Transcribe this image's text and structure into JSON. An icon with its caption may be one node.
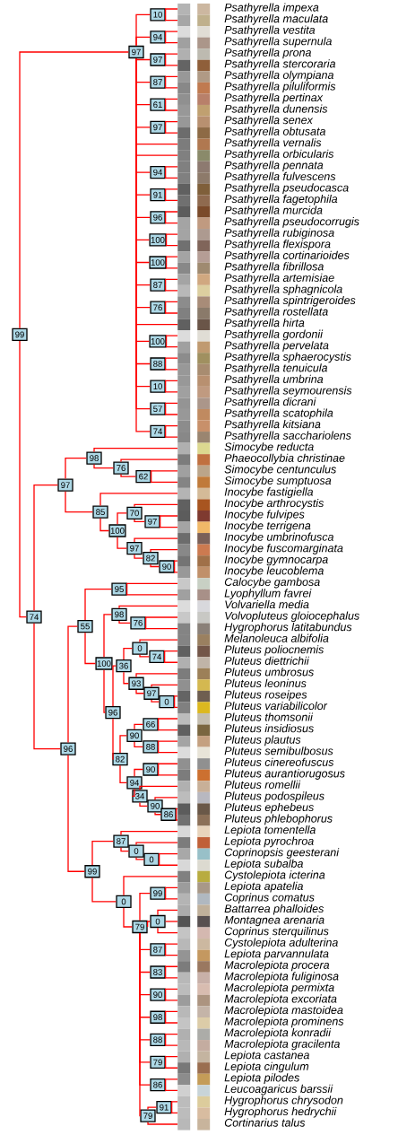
{
  "diagram": {
    "nodes": [
      {
        "text": [
          "Psathyrella impexa"
        ]
      },
      {
        "text": [
          "Psathyrella maculata"
        ]
      },
      {
        "text": [
          "Psathyrella vestita"
        ]
      },
      {
        "text": [
          "Psathyrella supernula"
        ]
      },
      {
        "text": [
          "Psathyrella prona"
        ]
      },
      {
        "text": [
          "Psathyrella stercoraria"
        ]
      },
      {
        "text": [
          "Psathyrella olympiana"
        ]
      },
      {
        "text": [
          "Psathyrella piluliformis"
        ]
      },
      {
        "text": [
          "Psathyrella pertinax"
        ]
      },
      {
        "text": [
          "Psathyrella dunensis"
        ]
      },
      {
        "text": [
          "Psathyrella senex"
        ]
      },
      {
        "text": [
          "Psathyrella obtusata"
        ]
      },
      {
        "text": [
          "Psathyrella vernalis"
        ]
      },
      {
        "text": [
          "Psathyrella orbicularis"
        ]
      },
      {
        "text": [
          "Psathyrella pennata"
        ]
      },
      {
        "text": [
          "Psathyrella fulvescens"
        ]
      },
      {
        "text": [
          "Psathyrella pseudocasca"
        ]
      },
      {
        "text": [
          "Psathyrella fagetophila"
        ]
      },
      {
        "text": [
          "Psathyrella murcida"
        ]
      },
      {
        "text": [
          "Psathyrella pseudocorrugis"
        ]
      },
      {
        "text": [
          "Psathyrella rubiginosa"
        ]
      },
      {
        "text": [
          "Psathyrella flexispora"
        ]
      },
      {
        "text": [
          "Psathyrella cortinarioides"
        ]
      },
      {
        "text": [
          "Psathyrella fibrillosa"
        ]
      },
      {
        "text": [
          "Psathyrella artemisiae"
        ]
      },
      {
        "text": [
          "Psathyrella sphagnicola"
        ]
      },
      {
        "text": [
          "Psathyrella spintrigeroides"
        ]
      },
      {
        "text": [
          "Psathyrella rostellata"
        ]
      },
      {
        "text": [
          "Psathyrella hirta"
        ]
      },
      {
        "text": [
          "Psathyrella gordonii"
        ]
      },
      {
        "text": [
          "Psathyrella pervelata"
        ]
      },
      {
        "text": [
          "Psathyrella sphaerocystis"
        ]
      },
      {
        "text": [
          "Psathyrella tenuicula"
        ]
      },
      {
        "text": [
          "Psathyrella umbrina"
        ]
      },
      {
        "text": [
          "Psathyrella seymourensis"
        ]
      },
      {
        "text": [
          "Psathyrella dicrani"
        ]
      },
      {
        "text": [
          "Psathyrella scatophila"
        ]
      },
      {
        "text": [
          "Psathyrella kitsiana"
        ]
      },
      {
        "text": [
          "Psathyrella sacchariolens"
        ]
      },
      {
        "text": [
          "Simocybe reducta"
        ]
      },
      {
        "text": [
          "Phaeocollybia christinae"
        ]
      },
      {
        "text": [
          "Simocybe centunculus"
        ]
      },
      {
        "text": [
          "Simocybe sumptuosa"
        ]
      },
      {
        "text": [
          "Inocybe fastigiella"
        ]
      },
      {
        "text": [
          "Inocybe arthrocystis"
        ]
      },
      {
        "text": [
          "Inocybe fulvipes"
        ]
      },
      {
        "text": [
          "Inocybe terrigena"
        ]
      },
      {
        "text": [
          "Inocybe umbrinofusca"
        ]
      },
      {
        "text": [
          "Inocybe fuscomarginata"
        ]
      },
      {
        "text": [
          "Inocybe gymnocarpa"
        ]
      },
      {
        "text": [
          "Inocybe leucoblema"
        ]
      },
      {
        "text": [
          "Calocybe gambosa"
        ]
      },
      {
        "text": [
          "Lyophyllum favrei"
        ]
      },
      {
        "text": [
          "Volvariella media"
        ]
      },
      {
        "text": [
          "Volvopluteus gloiocephalus"
        ]
      },
      {
        "text": [
          "Hygrophorus latitabundus"
        ]
      },
      {
        "text": [
          "Melanoleuca albifolia"
        ]
      },
      {
        "text": [
          "Pluteus poliocnemis"
        ]
      },
      {
        "text": [
          "Pluteus diettrichii"
        ]
      },
      {
        "text": [
          "Pluteus umbrosus"
        ]
      },
      {
        "text": [
          "Pluteus leoninus"
        ]
      },
      {
        "text": [
          "Pluteus roseipes"
        ]
      },
      {
        "text": [
          "Pluteus variabilicolor"
        ]
      },
      {
        "text": [
          "Pluteus thomsonii"
        ]
      },
      {
        "text": [
          "Pluteus insidiosus"
        ]
      },
      {
        "text": [
          "Pluteus plautus"
        ]
      },
      {
        "text": [
          "Pluteus semibulbosus"
        ]
      },
      {
        "text": [
          "Pluteus cinereofuscus"
        ]
      },
      {
        "text": [
          "Pluteus aurantiorugosus"
        ]
      },
      {
        "text": [
          "Pluteus romellii"
        ]
      },
      {
        "text": [
          "Pluteus podospileus"
        ]
      },
      {
        "text": [
          "Pluteus ephebeus"
        ]
      },
      {
        "text": [
          "Pluteus phlebophorus"
        ]
      },
      {
        "text": [
          "Lepiota tomentella"
        ]
      },
      {
        "text": [
          "Lepiota pyrochroa"
        ]
      },
      {
        "text": [
          "Coprinopsis geesterani"
        ]
      },
      {
        "text": [
          "Lepiota subalba"
        ]
      },
      {
        "text": [
          "Cystolepiota icterina"
        ]
      },
      {
        "text": [
          "Lepiota apatelia"
        ]
      },
      {
        "text": [
          "Coprinus comatus"
        ]
      },
      {
        "text": [
          "Battarrea phalloides"
        ]
      },
      {
        "text": [
          "Montagnea arenaria"
        ]
      },
      {
        "text": [
          "Coprinus sterquilinus"
        ]
      },
      {
        "text": [
          "Cystolepiota adulterina"
        ]
      },
      {
        "text": [
          "Lepiota parvannulata"
        ]
      },
      {
        "text": [
          "Macrolepiota procera"
        ]
      },
      {
        "text": [
          "Macrolepiota fuliginosa"
        ]
      },
      {
        "text": [
          "Macrolepiota permixta"
        ]
      },
      {
        "text": [
          "Macrolepiota excoriata"
        ]
      },
      {
        "text": [
          "Macrolepiota mastoidea"
        ]
      },
      {
        "text": [
          "Macrolepiota prominens"
        ]
      },
      {
        "text": [
          "Macrolepiota konradii"
        ]
      },
      {
        "text": [
          "Macrolepiota gracilenta"
        ]
      },
      {
        "text": [
          "Lepiota castanea"
        ]
      },
      {
        "text": [
          "Lepiota cingulum"
        ]
      },
      {
        "text": [
          "Lepiota pilodes"
        ]
      },
      {
        "text": [
          "Leucoagaricus barssii"
        ]
      },
      {
        "text": [
          "Hygrophorus chrysodon"
        ]
      },
      {
        "text": [
          "Hygrophorus hedrychii"
        ]
      },
      {
        "text": [
          "Cortinarius talus"
        ]
      },
      {
        "text": [
          "99"
        ]
      },
      {
        "text": [
          "97"
        ]
      },
      {
        "text": [
          "10"
        ]
      },
      {
        "text": [
          "94"
        ]
      },
      {
        "text": [
          "97"
        ]
      },
      {
        "text": [
          "87"
        ]
      },
      {
        "text": [
          "61"
        ]
      },
      {
        "text": [
          "97"
        ]
      },
      {
        "text": [
          "94"
        ]
      },
      {
        "text": [
          "91"
        ]
      },
      {
        "text": [
          "96"
        ]
      },
      {
        "text": [
          "100"
        ]
      },
      {
        "text": [
          "100"
        ]
      },
      {
        "text": [
          "87"
        ]
      },
      {
        "text": [
          "76"
        ]
      },
      {
        "text": [
          "100"
        ]
      },
      {
        "text": [
          "88"
        ]
      },
      {
        "text": [
          "10"
        ]
      },
      {
        "text": [
          "57"
        ]
      },
      {
        "text": [
          "74"
        ]
      },
      {
        "text": [
          "74"
        ]
      },
      {
        "text": [
          "97"
        ]
      },
      {
        "text": [
          "98"
        ]
      },
      {
        "text": [
          "76"
        ]
      },
      {
        "text": [
          "62"
        ]
      },
      {
        "text": [
          "85"
        ]
      },
      {
        "text": [
          "100"
        ]
      },
      {
        "text": [
          "70"
        ]
      },
      {
        "text": [
          "97"
        ]
      },
      {
        "text": [
          "97"
        ]
      },
      {
        "text": [
          "82"
        ]
      },
      {
        "text": [
          "90"
        ]
      },
      {
        "text": [
          "96"
        ]
      },
      {
        "text": [
          "55"
        ]
      },
      {
        "text": [
          "95"
        ]
      },
      {
        "text": [
          "100"
        ]
      },
      {
        "text": [
          "98"
        ]
      },
      {
        "text": [
          "76"
        ]
      },
      {
        "text": [
          "96"
        ]
      },
      {
        "text": [
          "36"
        ]
      },
      {
        "text": [
          "0"
        ]
      },
      {
        "text": [
          "74"
        ]
      },
      {
        "text": [
          "93"
        ]
      },
      {
        "text": [
          "97"
        ]
      },
      {
        "text": [
          "0"
        ]
      },
      {
        "text": [
          "82"
        ]
      },
      {
        "text": [
          "90"
        ]
      },
      {
        "text": [
          "66"
        ]
      },
      {
        "text": [
          "88"
        ]
      },
      {
        "text": [
          "94"
        ]
      },
      {
        "text": [
          "90"
        ]
      },
      {
        "text": [
          "34"
        ]
      },
      {
        "text": [
          "90"
        ]
      },
      {
        "text": [
          "86"
        ]
      },
      {
        "text": [
          "99"
        ]
      },
      {
        "text": [
          "87"
        ]
      },
      {
        "text": [
          "0"
        ]
      },
      {
        "text": [
          "0"
        ]
      },
      {
        "text": [
          "0"
        ]
      },
      {
        "text": [
          "79"
        ]
      },
      {
        "text": [
          "99"
        ]
      },
      {
        "text": [
          "0"
        ]
      },
      {
        "text": [
          "87"
        ]
      },
      {
        "text": [
          "83"
        ]
      },
      {
        "text": [
          "90"
        ]
      },
      {
        "text": [
          "98"
        ]
      },
      {
        "text": [
          "88"
        ]
      },
      {
        "text": [
          "79"
        ]
      },
      {
        "text": [
          "86"
        ]
      },
      {
        "text": [
          "79"
        ]
      },
      {
        "text": [
          "91"
        ]
      }
    ],
    "edges": [
      {
        "from": 100,
        "to": 101,
        "arrow": "none"
      },
      {
        "from": 100,
        "to": 120,
        "arrow": "none"
      },
      {
        "from": 101,
        "to": 102,
        "arrow": "none"
      },
      {
        "from": 101,
        "to": 103,
        "arrow": "none"
      },
      {
        "from": 101,
        "to": 104,
        "arrow": "none"
      },
      {
        "from": 101,
        "to": 105,
        "arrow": "none"
      },
      {
        "from": 101,
        "to": 106,
        "arrow": "none"
      },
      {
        "from": 101,
        "to": 107,
        "arrow": "none"
      },
      {
        "from": 101,
        "to": 12,
        "arrow": "none"
      },
      {
        "from": 101,
        "to": 13,
        "arrow": "none"
      },
      {
        "from": 101,
        "to": 108,
        "arrow": "none"
      },
      {
        "from": 101,
        "to": 109,
        "arrow": "none"
      },
      {
        "from": 101,
        "to": 110,
        "arrow": "none"
      },
      {
        "from": 101,
        "to": 111,
        "arrow": "none"
      },
      {
        "from": 101,
        "to": 112,
        "arrow": "none"
      },
      {
        "from": 101,
        "to": 113,
        "arrow": "none"
      },
      {
        "from": 101,
        "to": 114,
        "arrow": "none"
      },
      {
        "from": 101,
        "to": 28,
        "arrow": "none"
      },
      {
        "from": 101,
        "to": 115,
        "arrow": "none"
      },
      {
        "from": 101,
        "to": 116,
        "arrow": "none"
      },
      {
        "from": 101,
        "to": 117,
        "arrow": "none"
      },
      {
        "from": 101,
        "to": 118,
        "arrow": "none"
      },
      {
        "from": 101,
        "to": 119,
        "arrow": "none"
      },
      {
        "from": 102,
        "to": 0,
        "arrow": "none"
      },
      {
        "from": 102,
        "to": 1,
        "arrow": "none"
      },
      {
        "from": 103,
        "to": 2,
        "arrow": "none"
      },
      {
        "from": 103,
        "to": 3,
        "arrow": "none"
      },
      {
        "from": 104,
        "to": 4,
        "arrow": "none"
      },
      {
        "from": 104,
        "to": 5,
        "arrow": "none"
      },
      {
        "from": 105,
        "to": 6,
        "arrow": "none"
      },
      {
        "from": 105,
        "to": 7,
        "arrow": "none"
      },
      {
        "from": 106,
        "to": 8,
        "arrow": "none"
      },
      {
        "from": 106,
        "to": 9,
        "arrow": "none"
      },
      {
        "from": 107,
        "to": 10,
        "arrow": "none"
      },
      {
        "from": 107,
        "to": 11,
        "arrow": "none"
      },
      {
        "from": 108,
        "to": 14,
        "arrow": "none"
      },
      {
        "from": 108,
        "to": 15,
        "arrow": "none"
      },
      {
        "from": 109,
        "to": 16,
        "arrow": "none"
      },
      {
        "from": 109,
        "to": 17,
        "arrow": "none"
      },
      {
        "from": 110,
        "to": 18,
        "arrow": "none"
      },
      {
        "from": 110,
        "to": 19,
        "arrow": "none"
      },
      {
        "from": 111,
        "to": 20,
        "arrow": "none"
      },
      {
        "from": 111,
        "to": 21,
        "arrow": "none"
      },
      {
        "from": 112,
        "to": 22,
        "arrow": "none"
      },
      {
        "from": 112,
        "to": 23,
        "arrow": "none"
      },
      {
        "from": 113,
        "to": 24,
        "arrow": "none"
      },
      {
        "from": 113,
        "to": 25,
        "arrow": "none"
      },
      {
        "from": 114,
        "to": 26,
        "arrow": "none"
      },
      {
        "from": 114,
        "to": 27,
        "arrow": "none"
      },
      {
        "from": 115,
        "to": 29,
        "arrow": "none"
      },
      {
        "from": 115,
        "to": 30,
        "arrow": "none"
      },
      {
        "from": 116,
        "to": 31,
        "arrow": "none"
      },
      {
        "from": 116,
        "to": 32,
        "arrow": "none"
      },
      {
        "from": 117,
        "to": 33,
        "arrow": "none"
      },
      {
        "from": 117,
        "to": 34,
        "arrow": "none"
      },
      {
        "from": 118,
        "to": 35,
        "arrow": "none"
      },
      {
        "from": 118,
        "to": 36,
        "arrow": "none"
      },
      {
        "from": 119,
        "to": 37,
        "arrow": "none"
      },
      {
        "from": 119,
        "to": 38,
        "arrow": "none"
      },
      {
        "from": 120,
        "to": 121,
        "arrow": "none"
      },
      {
        "from": 120,
        "to": 132,
        "arrow": "none"
      },
      {
        "from": 121,
        "to": 122,
        "arrow": "none"
      },
      {
        "from": 121,
        "to": 125,
        "arrow": "none"
      },
      {
        "from": 122,
        "to": 39,
        "arrow": "none"
      },
      {
        "from": 122,
        "to": 123,
        "arrow": "none"
      },
      {
        "from": 123,
        "to": 40,
        "arrow": "none"
      },
      {
        "from": 123,
        "to": 124,
        "arrow": "none"
      },
      {
        "from": 124,
        "to": 41,
        "arrow": "none"
      },
      {
        "from": 124,
        "to": 42,
        "arrow": "none"
      },
      {
        "from": 125,
        "to": 43,
        "arrow": "none"
      },
      {
        "from": 125,
        "to": 126,
        "arrow": "none"
      },
      {
        "from": 126,
        "to": 127,
        "arrow": "none"
      },
      {
        "from": 126,
        "to": 129,
        "arrow": "none"
      },
      {
        "from": 127,
        "to": 44,
        "arrow": "none"
      },
      {
        "from": 127,
        "to": 128,
        "arrow": "none"
      },
      {
        "from": 128,
        "to": 45,
        "arrow": "none"
      },
      {
        "from": 128,
        "to": 46,
        "arrow": "none"
      },
      {
        "from": 129,
        "to": 47,
        "arrow": "none"
      },
      {
        "from": 129,
        "to": 130,
        "arrow": "none"
      },
      {
        "from": 130,
        "to": 48,
        "arrow": "none"
      },
      {
        "from": 130,
        "to": 131,
        "arrow": "none"
      },
      {
        "from": 131,
        "to": 49,
        "arrow": "none"
      },
      {
        "from": 131,
        "to": 50,
        "arrow": "none"
      },
      {
        "from": 132,
        "to": 133,
        "arrow": "none"
      },
      {
        "from": 132,
        "to": 154,
        "arrow": "none"
      },
      {
        "from": 133,
        "to": 134,
        "arrow": "none"
      },
      {
        "from": 133,
        "to": 135,
        "arrow": "none"
      },
      {
        "from": 134,
        "to": 51,
        "arrow": "none"
      },
      {
        "from": 134,
        "to": 52,
        "arrow": "none"
      },
      {
        "from": 135,
        "to": 136,
        "arrow": "none"
      },
      {
        "from": 135,
        "to": 138,
        "arrow": "none"
      },
      {
        "from": 136,
        "to": 53,
        "arrow": "none"
      },
      {
        "from": 136,
        "to": 137,
        "arrow": "none"
      },
      {
        "from": 137,
        "to": 54,
        "arrow": "none"
      },
      {
        "from": 137,
        "to": 55,
        "arrow": "none"
      },
      {
        "from": 138,
        "to": 139,
        "arrow": "none"
      },
      {
        "from": 138,
        "to": 145,
        "arrow": "none"
      },
      {
        "from": 139,
        "to": 140,
        "arrow": "none"
      },
      {
        "from": 139,
        "to": 142,
        "arrow": "none"
      },
      {
        "from": 140,
        "to": 56,
        "arrow": "none"
      },
      {
        "from": 140,
        "to": 141,
        "arrow": "none"
      },
      {
        "from": 141,
        "to": 57,
        "arrow": "none"
      },
      {
        "from": 141,
        "to": 58,
        "arrow": "none"
      },
      {
        "from": 142,
        "to": 59,
        "arrow": "none"
      },
      {
        "from": 142,
        "to": 143,
        "arrow": "none"
      },
      {
        "from": 143,
        "to": 60,
        "arrow": "none"
      },
      {
        "from": 143,
        "to": 144,
        "arrow": "none"
      },
      {
        "from": 144,
        "to": 61,
        "arrow": "none"
      },
      {
        "from": 144,
        "to": 62,
        "arrow": "none"
      },
      {
        "from": 145,
        "to": 146,
        "arrow": "none"
      },
      {
        "from": 145,
        "to": 149,
        "arrow": "none"
      },
      {
        "from": 146,
        "to": 147,
        "arrow": "none"
      },
      {
        "from": 146,
        "to": 148,
        "arrow": "none"
      },
      {
        "from": 147,
        "to": 63,
        "arrow": "none"
      },
      {
        "from": 147,
        "to": 64,
        "arrow": "none"
      },
      {
        "from": 148,
        "to": 65,
        "arrow": "none"
      },
      {
        "from": 148,
        "to": 66,
        "arrow": "none"
      },
      {
        "from": 149,
        "to": 150,
        "arrow": "none"
      },
      {
        "from": 149,
        "to": 151,
        "arrow": "none"
      },
      {
        "from": 150,
        "to": 67,
        "arrow": "none"
      },
      {
        "from": 150,
        "to": 68,
        "arrow": "none"
      },
      {
        "from": 151,
        "to": 69,
        "arrow": "none"
      },
      {
        "from": 151,
        "to": 152,
        "arrow": "none"
      },
      {
        "from": 152,
        "to": 70,
        "arrow": "none"
      },
      {
        "from": 152,
        "to": 153,
        "arrow": "none"
      },
      {
        "from": 153,
        "to": 71,
        "arrow": "none"
      },
      {
        "from": 153,
        "to": 72,
        "arrow": "none"
      },
      {
        "from": 154,
        "to": 155,
        "arrow": "none"
      },
      {
        "from": 154,
        "to": 158,
        "arrow": "none"
      },
      {
        "from": 155,
        "to": 73,
        "arrow": "none"
      },
      {
        "from": 155,
        "to": 156,
        "arrow": "none"
      },
      {
        "from": 156,
        "to": 74,
        "arrow": "none"
      },
      {
        "from": 156,
        "to": 157,
        "arrow": "none"
      },
      {
        "from": 157,
        "to": 75,
        "arrow": "none"
      },
      {
        "from": 157,
        "to": 76,
        "arrow": "none"
      },
      {
        "from": 158,
        "to": 77,
        "arrow": "none"
      },
      {
        "from": 158,
        "to": 159,
        "arrow": "none"
      },
      {
        "from": 159,
        "to": 160,
        "arrow": "none"
      },
      {
        "from": 159,
        "to": 161,
        "arrow": "none"
      },
      {
        "from": 159,
        "to": 162,
        "arrow": "none"
      },
      {
        "from": 159,
        "to": 163,
        "arrow": "none"
      },
      {
        "from": 159,
        "to": 164,
        "arrow": "none"
      },
      {
        "from": 159,
        "to": 165,
        "arrow": "none"
      },
      {
        "from": 159,
        "to": 166,
        "arrow": "none"
      },
      {
        "from": 159,
        "to": 167,
        "arrow": "none"
      },
      {
        "from": 159,
        "to": 168,
        "arrow": "none"
      },
      {
        "from": 159,
        "to": 169,
        "arrow": "none"
      },
      {
        "from": 160,
        "to": 78,
        "arrow": "none"
      },
      {
        "from": 160,
        "to": 79,
        "arrow": "none"
      },
      {
        "from": 161,
        "to": 80,
        "arrow": "none"
      },
      {
        "from": 161,
        "to": 81,
        "arrow": "none"
      },
      {
        "from": 161,
        "to": 82,
        "arrow": "none"
      },
      {
        "from": 162,
        "to": 83,
        "arrow": "none"
      },
      {
        "from": 162,
        "to": 84,
        "arrow": "none"
      },
      {
        "from": 163,
        "to": 85,
        "arrow": "none"
      },
      {
        "from": 163,
        "to": 86,
        "arrow": "none"
      },
      {
        "from": 164,
        "to": 87,
        "arrow": "none"
      },
      {
        "from": 164,
        "to": 88,
        "arrow": "none"
      },
      {
        "from": 165,
        "to": 89,
        "arrow": "none"
      },
      {
        "from": 165,
        "to": 90,
        "arrow": "none"
      },
      {
        "from": 166,
        "to": 91,
        "arrow": "none"
      },
      {
        "from": 166,
        "to": 92,
        "arrow": "none"
      },
      {
        "from": 167,
        "to": 93,
        "arrow": "none"
      },
      {
        "from": 167,
        "to": 94,
        "arrow": "none"
      },
      {
        "from": 168,
        "to": 95,
        "arrow": "none"
      },
      {
        "from": 168,
        "to": 96,
        "arrow": "none"
      },
      {
        "from": 169,
        "to": 170,
        "arrow": "none"
      },
      {
        "from": 169,
        "to": 99,
        "arrow": "none"
      },
      {
        "from": 170,
        "to": 97,
        "arrow": "none"
      },
      {
        "from": 170,
        "to": 98,
        "arrow": "none"
      }
    ]
  }
}
